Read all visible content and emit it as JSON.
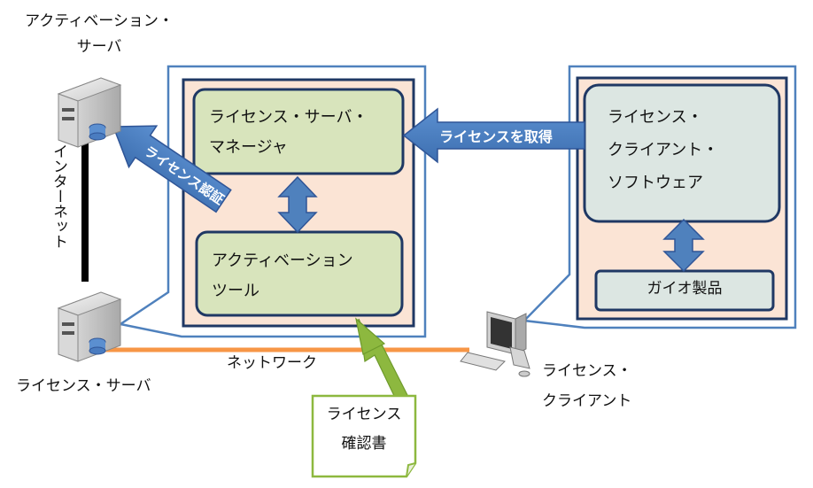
{
  "labels": {
    "activation_server": "アクティベーション・\nサーバ",
    "internet": "インターネット",
    "license_server": "ライセンス・サーバ",
    "network": "ネットワーク",
    "license_client": "ライセンス・\nクライアント"
  },
  "boxes": {
    "license_server_manager": "ライセンス・サーバ・\nマネージャ",
    "activation_tool": "アクティベーション\nツール",
    "license_client_software": "ライセンス・\nクライアント・\nソフトウェア",
    "gaio_product": "ガイオ製品"
  },
  "arrows": {
    "get_license": "ライセンスを取得",
    "license_auth": "ライセンス認証"
  },
  "document": {
    "certificate": "ライセンス\n確認書"
  },
  "colors": {
    "blue_border": "#4F81BD",
    "dark_border": "#1F3864",
    "peach_fill": "#FBE4D5",
    "green_fill": "#D8E4BC",
    "grey_fill": "#DCE6E2",
    "arrow_fill": "#4F81BD",
    "green_arrow": "#8DB83F",
    "network_line": "#F79646"
  }
}
